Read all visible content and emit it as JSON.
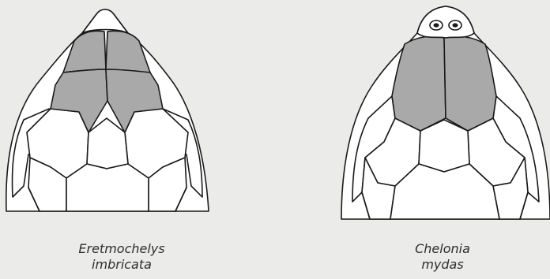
{
  "colors": {
    "background": "#ebebe9",
    "scale_shaded": "#a9a9a9",
    "scale_plain": "#ffffff",
    "outline": "#1a1a1a"
  },
  "figures": [
    {
      "genus": "Eretmochelys",
      "species": "imbricata"
    },
    {
      "genus": "Chelonia",
      "species": "mydas"
    }
  ]
}
